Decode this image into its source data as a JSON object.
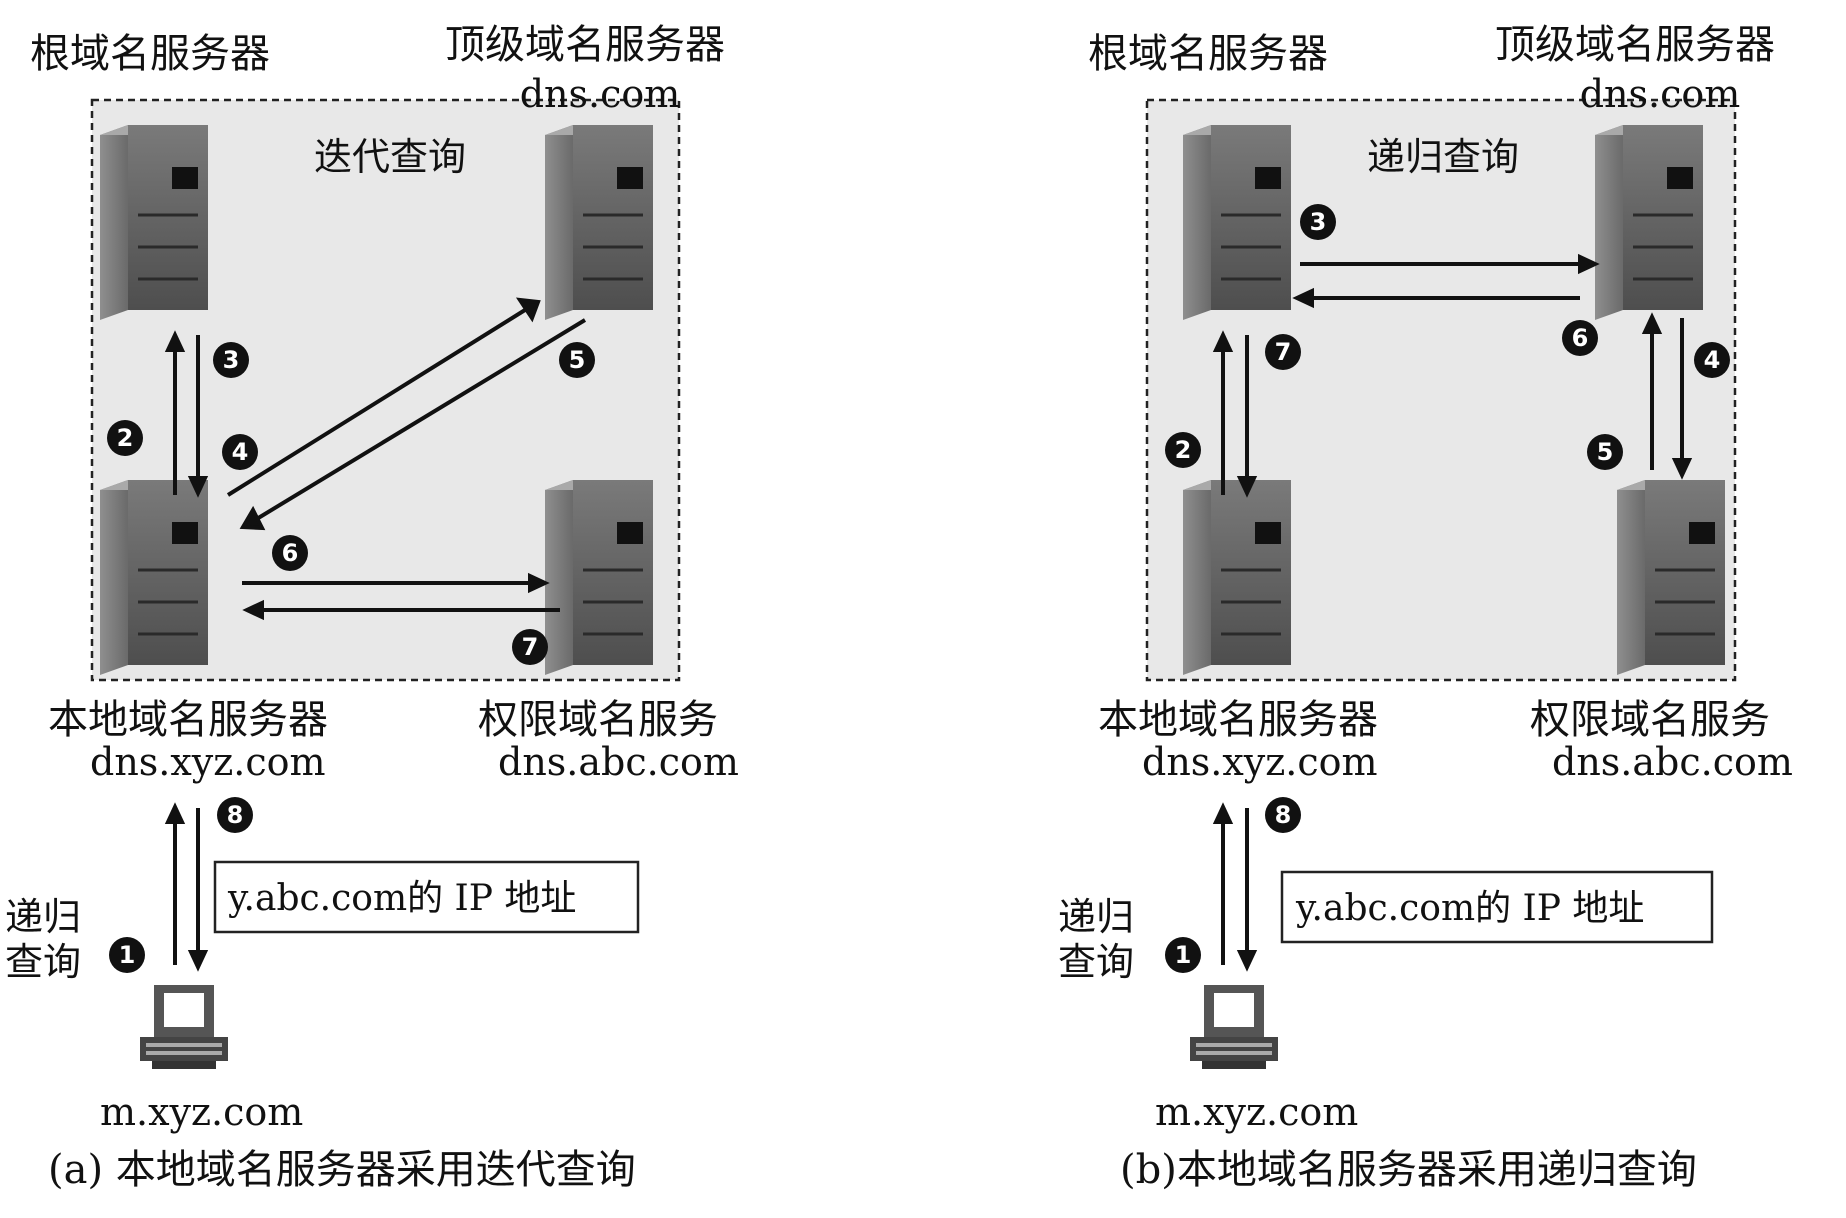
{
  "panels": [
    {
      "query_mode": "迭代查询",
      "root_server": "根域名服务器",
      "tld_server": "顶级域名服务器",
      "tld_domain": "dns.com",
      "local_server": "本地域名服务器",
      "local_domain": "dns.xyz.com",
      "auth_server": "权限域名服务",
      "auth_domain": "dns.abc.com",
      "client_host": "m.xyz.com",
      "result_box": "y.abc.com的 IP 地址",
      "client_query_line1": "递归",
      "client_query_line2": "查询",
      "caption": "(a) 本地域名服务器采用迭代查询",
      "steps": [
        "1",
        "2",
        "3",
        "4",
        "5",
        "6",
        "7",
        "8"
      ]
    },
    {
      "query_mode": "递归查询",
      "root_server": "根域名服务器",
      "tld_server": "顶级域名服务器",
      "tld_domain": "dns.com",
      "local_server": "本地域名服务器",
      "local_domain": "dns.xyz.com",
      "auth_server": "权限域名服务",
      "auth_domain": "dns.abc.com",
      "client_host": "m.xyz.com",
      "result_box": "y.abc.com的 IP 地址",
      "client_query_line1": "递归",
      "client_query_line2": "查询",
      "caption": "(b)本地域名服务器采用递归查询",
      "steps": [
        "1",
        "2",
        "3",
        "4",
        "5",
        "6",
        "7",
        "8"
      ]
    }
  ]
}
